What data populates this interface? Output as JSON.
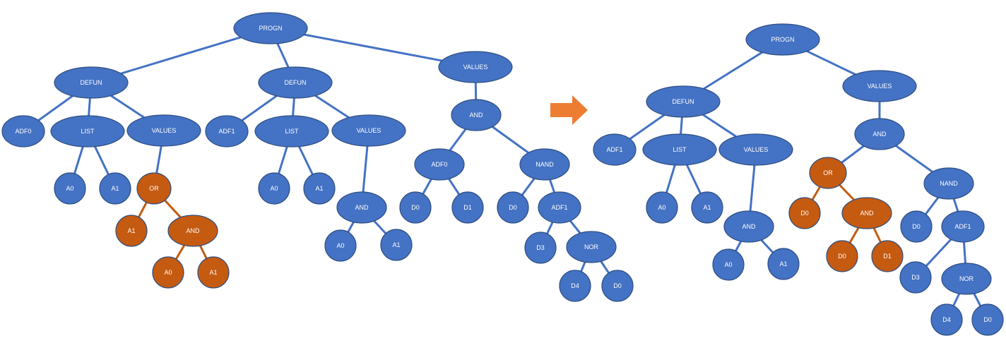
{
  "colors": {
    "blue": "#4472c4",
    "orange": "#c55a11",
    "arrow": "#ed7d31"
  },
  "arrow": {
    "icon": "right-arrow-icon"
  },
  "trees": [
    {
      "name": "before",
      "nodes": [
        {
          "id": "b-progn",
          "label": "PROGN",
          "color": "blue"
        },
        {
          "id": "b-defun0",
          "label": "DEFUN",
          "color": "blue"
        },
        {
          "id": "b-adf0",
          "label": "ADF0",
          "color": "blue"
        },
        {
          "id": "b-list0",
          "label": "LIST",
          "color": "blue"
        },
        {
          "id": "b-values0",
          "label": "VALUES",
          "color": "blue"
        },
        {
          "id": "b-a0-l0",
          "label": "A0",
          "color": "blue"
        },
        {
          "id": "b-a1-l0",
          "label": "A1",
          "color": "blue"
        },
        {
          "id": "b-or",
          "label": "OR",
          "color": "orange"
        },
        {
          "id": "b-or-a1",
          "label": "A1",
          "color": "orange"
        },
        {
          "id": "b-or-and",
          "label": "AND",
          "color": "orange"
        },
        {
          "id": "b-or-and-a0",
          "label": "A0",
          "color": "orange"
        },
        {
          "id": "b-or-and-a1",
          "label": "A1",
          "color": "orange"
        },
        {
          "id": "b-defun1",
          "label": "DEFUN",
          "color": "blue"
        },
        {
          "id": "b-adf1",
          "label": "ADF1",
          "color": "blue"
        },
        {
          "id": "b-list1",
          "label": "LIST",
          "color": "blue"
        },
        {
          "id": "b-values1",
          "label": "VALUES",
          "color": "blue"
        },
        {
          "id": "b-a0-l1",
          "label": "A0",
          "color": "blue"
        },
        {
          "id": "b-a1-l1",
          "label": "A1",
          "color": "blue"
        },
        {
          "id": "b-and1",
          "label": "AND",
          "color": "blue"
        },
        {
          "id": "b-and1-a0",
          "label": "A0",
          "color": "blue"
        },
        {
          "id": "b-and1-a1",
          "label": "A1",
          "color": "blue"
        },
        {
          "id": "b-values-main",
          "label": "VALUES",
          "color": "blue"
        },
        {
          "id": "b-and-main",
          "label": "AND",
          "color": "blue"
        },
        {
          "id": "b-adf0-call",
          "label": "ADF0",
          "color": "blue"
        },
        {
          "id": "b-d0-a",
          "label": "D0",
          "color": "blue"
        },
        {
          "id": "b-d1-a",
          "label": "D1",
          "color": "blue"
        },
        {
          "id": "b-nand",
          "label": "NAND",
          "color": "blue"
        },
        {
          "id": "b-d0-n",
          "label": "D0",
          "color": "blue"
        },
        {
          "id": "b-adf1-call",
          "label": "ADF1",
          "color": "blue"
        },
        {
          "id": "b-d3",
          "label": "D3",
          "color": "blue"
        },
        {
          "id": "b-nor",
          "label": "NOR",
          "color": "blue"
        },
        {
          "id": "b-d4",
          "label": "D4",
          "color": "blue"
        },
        {
          "id": "b-d0-nor",
          "label": "D0",
          "color": "blue"
        }
      ],
      "edges": [
        [
          "b-progn",
          "b-defun0",
          "blue"
        ],
        [
          "b-progn",
          "b-defun1",
          "blue"
        ],
        [
          "b-progn",
          "b-values-main",
          "blue"
        ],
        [
          "b-defun0",
          "b-adf0",
          "blue"
        ],
        [
          "b-defun0",
          "b-list0",
          "blue"
        ],
        [
          "b-defun0",
          "b-values0",
          "blue"
        ],
        [
          "b-list0",
          "b-a0-l0",
          "blue"
        ],
        [
          "b-list0",
          "b-a1-l0",
          "blue"
        ],
        [
          "b-values0",
          "b-or",
          "blue"
        ],
        [
          "b-or",
          "b-or-a1",
          "orange"
        ],
        [
          "b-or",
          "b-or-and",
          "orange"
        ],
        [
          "b-or-and",
          "b-or-and-a0",
          "orange"
        ],
        [
          "b-or-and",
          "b-or-and-a1",
          "orange"
        ],
        [
          "b-defun1",
          "b-adf1",
          "blue"
        ],
        [
          "b-defun1",
          "b-list1",
          "blue"
        ],
        [
          "b-defun1",
          "b-values1",
          "blue"
        ],
        [
          "b-list1",
          "b-a0-l1",
          "blue"
        ],
        [
          "b-list1",
          "b-a1-l1",
          "blue"
        ],
        [
          "b-values1",
          "b-and1",
          "blue"
        ],
        [
          "b-and1",
          "b-and1-a0",
          "blue"
        ],
        [
          "b-and1",
          "b-and1-a1",
          "blue"
        ],
        [
          "b-values-main",
          "b-and-main",
          "blue"
        ],
        [
          "b-and-main",
          "b-adf0-call",
          "blue"
        ],
        [
          "b-and-main",
          "b-nand",
          "blue"
        ],
        [
          "b-adf0-call",
          "b-d0-a",
          "blue"
        ],
        [
          "b-adf0-call",
          "b-d1-a",
          "blue"
        ],
        [
          "b-nand",
          "b-d0-n",
          "blue"
        ],
        [
          "b-nand",
          "b-adf1-call",
          "blue"
        ],
        [
          "b-adf1-call",
          "b-d3",
          "blue"
        ],
        [
          "b-adf1-call",
          "b-nor",
          "blue"
        ],
        [
          "b-nor",
          "b-d4",
          "blue"
        ],
        [
          "b-nor",
          "b-d0-nor",
          "blue"
        ]
      ]
    },
    {
      "name": "after",
      "nodes": [
        {
          "id": "a-progn",
          "label": "PROGN",
          "color": "blue"
        },
        {
          "id": "a-defun",
          "label": "DEFUN",
          "color": "blue"
        },
        {
          "id": "a-adf1",
          "label": "ADF1",
          "color": "blue"
        },
        {
          "id": "a-list",
          "label": "LIST",
          "color": "blue"
        },
        {
          "id": "a-values1",
          "label": "VALUES",
          "color": "blue"
        },
        {
          "id": "a-a0-l",
          "label": "A0",
          "color": "blue"
        },
        {
          "id": "a-a1-l",
          "label": "A1",
          "color": "blue"
        },
        {
          "id": "a-and1",
          "label": "AND",
          "color": "blue"
        },
        {
          "id": "a-and1-a0",
          "label": "A0",
          "color": "blue"
        },
        {
          "id": "a-and1-a1",
          "label": "A1",
          "color": "blue"
        },
        {
          "id": "a-values-main",
          "label": "VALUES",
          "color": "blue"
        },
        {
          "id": "a-and-main",
          "label": "AND",
          "color": "blue"
        },
        {
          "id": "a-or",
          "label": "OR",
          "color": "orange"
        },
        {
          "id": "a-or-d0",
          "label": "D0",
          "color": "orange"
        },
        {
          "id": "a-or-and",
          "label": "AND",
          "color": "orange"
        },
        {
          "id": "a-or-and-d0",
          "label": "D0",
          "color": "orange"
        },
        {
          "id": "a-or-and-d1",
          "label": "D1",
          "color": "orange"
        },
        {
          "id": "a-nand",
          "label": "NAND",
          "color": "blue"
        },
        {
          "id": "a-d0-n",
          "label": "D0",
          "color": "blue"
        },
        {
          "id": "a-adf1-call",
          "label": "ADF1",
          "color": "blue"
        },
        {
          "id": "a-d3",
          "label": "D3",
          "color": "blue"
        },
        {
          "id": "a-nor",
          "label": "NOR",
          "color": "blue"
        },
        {
          "id": "a-d4",
          "label": "D4",
          "color": "blue"
        },
        {
          "id": "a-d0-nor",
          "label": "D0",
          "color": "blue"
        }
      ],
      "edges": [
        [
          "a-progn",
          "a-defun",
          "blue"
        ],
        [
          "a-progn",
          "a-values-main",
          "blue"
        ],
        [
          "a-defun",
          "a-adf1",
          "blue"
        ],
        [
          "a-defun",
          "a-list",
          "blue"
        ],
        [
          "a-defun",
          "a-values1",
          "blue"
        ],
        [
          "a-list",
          "a-a0-l",
          "blue"
        ],
        [
          "a-list",
          "a-a1-l",
          "blue"
        ],
        [
          "a-values1",
          "a-and1",
          "blue"
        ],
        [
          "a-and1",
          "a-and1-a0",
          "blue"
        ],
        [
          "a-and1",
          "a-and1-a1",
          "blue"
        ],
        [
          "a-values-main",
          "a-and-main",
          "blue"
        ],
        [
          "a-and-main",
          "a-or",
          "blue"
        ],
        [
          "a-and-main",
          "a-nand",
          "blue"
        ],
        [
          "a-or",
          "a-or-d0",
          "orange"
        ],
        [
          "a-or",
          "a-or-and",
          "orange"
        ],
        [
          "a-or-and",
          "a-or-and-d0",
          "orange"
        ],
        [
          "a-or-and",
          "a-or-and-d1",
          "orange"
        ],
        [
          "a-nand",
          "a-d0-n",
          "blue"
        ],
        [
          "a-nand",
          "a-adf1-call",
          "blue"
        ],
        [
          "a-adf1-call",
          "a-d3",
          "blue"
        ],
        [
          "a-adf1-call",
          "a-nor",
          "blue"
        ],
        [
          "a-nor",
          "a-d4",
          "blue"
        ],
        [
          "a-nor",
          "a-d0-nor",
          "blue"
        ]
      ]
    }
  ]
}
